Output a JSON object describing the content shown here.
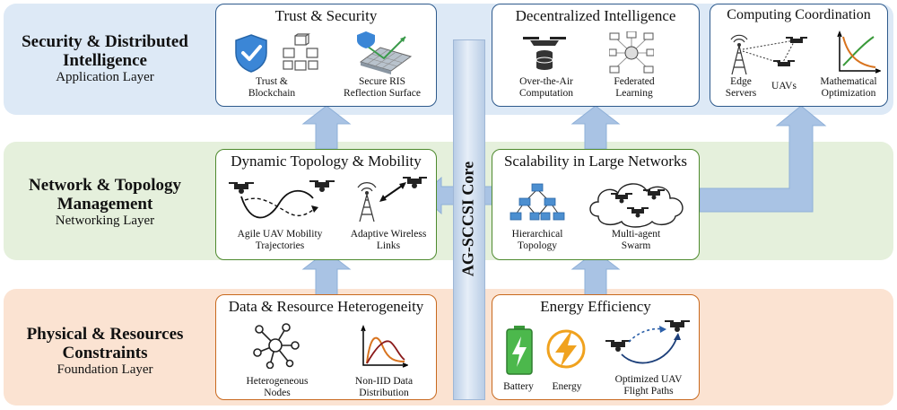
{
  "layers": {
    "top": {
      "title_line1": "Security & Distributed",
      "title_line2": "Intelligence",
      "subtitle": "Application Layer"
    },
    "middle": {
      "title_line1": "Network & Topology",
      "title_line2": "Management",
      "subtitle": "Networking Layer"
    },
    "bottom": {
      "title_line1": "Physical & Resources",
      "title_line2": "Constraints",
      "subtitle": "Foundation Layer"
    }
  },
  "core": {
    "label": "AG-SCCSI Core"
  },
  "boxes": {
    "trust": {
      "title": "Trust & Security",
      "item1": [
        "Trust &",
        "Blockchain"
      ],
      "item2": [
        "Secure RIS",
        "Reflection Surface"
      ]
    },
    "decentralized": {
      "title": "Decentralized Intelligence",
      "item1": [
        "Over-the-Air",
        "Computation"
      ],
      "item2": [
        "Federated",
        "Learning"
      ]
    },
    "computing": {
      "title": "Computing Coordination",
      "item1": [
        "Edge",
        "Servers"
      ],
      "item2": [
        "UAVs"
      ],
      "item3": [
        "Mathematical",
        "Optimization"
      ]
    },
    "dynamic": {
      "title": "Dynamic Topology & Mobility",
      "item1": [
        "Agile UAV Mobility",
        "Trajectories"
      ],
      "item2": [
        "Adaptive Wireless",
        "Links"
      ]
    },
    "scalability": {
      "title": "Scalability in Large Networks",
      "item1": [
        "Hierarchical",
        "Topology"
      ],
      "item2": [
        "Multi-agent",
        "Swarm"
      ]
    },
    "data": {
      "title": "Data & Resource Heterogeneity",
      "item1": [
        "Heterogeneous",
        "Nodes"
      ],
      "item2": [
        "Non-IID Data",
        "Distribution"
      ]
    },
    "energy": {
      "title": "Energy Efficiency",
      "item1": [
        "Battery"
      ],
      "item2": [
        "Energy"
      ],
      "item3": [
        "Optimized UAV",
        "Flight Paths"
      ]
    }
  },
  "colors": {
    "top_layer": "#dde9f6",
    "mid_layer": "#e5f0dc",
    "bot_layer": "#fbe3d2",
    "arrow": "#a9c3e4",
    "blue_border": "#2e5a8c",
    "green_border": "#4e8a2e",
    "orange_border": "#c8691e"
  }
}
